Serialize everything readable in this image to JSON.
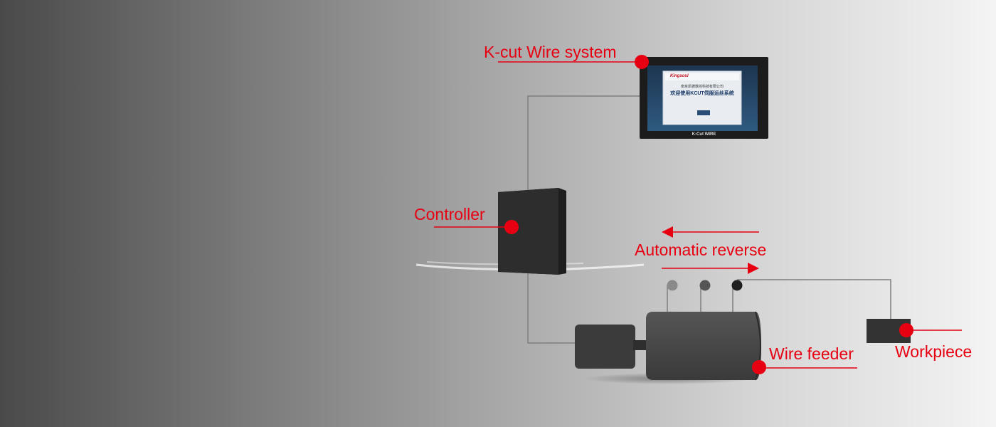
{
  "theme": {
    "accent": "#e60012",
    "device": "#2d2d2d",
    "wire": "#7e7e7e"
  },
  "labels": {
    "system": "K-cut Wire system",
    "controller": "Controller",
    "reverse": "Automatic reverse",
    "feeder": "Wire feeder",
    "workpiece": "Workpiece"
  },
  "monitor": {
    "brand": "Kingsoul",
    "company": "南京凯德数控科技有限公司",
    "welcome": "欢迎使用KCUT伺服运丝系统",
    "footer": "K-Cut WIRE"
  },
  "icons": {
    "arrow_left": "arrow-left-icon",
    "arrow_right": "arrow-right-icon",
    "marker": "red-dot-icon"
  }
}
